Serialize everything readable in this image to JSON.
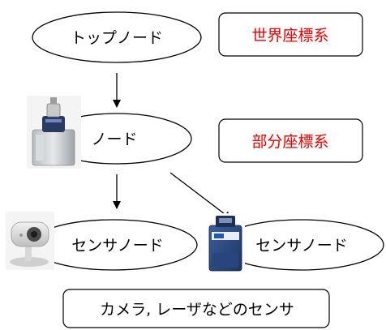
{
  "nodes": {
    "top": {
      "label": "トップノード"
    },
    "middle": {
      "label": "ノード"
    },
    "sensor_left": {
      "label": "センサノード"
    },
    "sensor_right": {
      "label": "センサノード"
    }
  },
  "frames": {
    "world": {
      "label": "世界座標系"
    },
    "part": {
      "label": "部分座標系"
    }
  },
  "caption": {
    "label": "カメラ, レーザなどのセンサ"
  },
  "colors": {
    "frame_text": "#e60000",
    "stroke": "#000000"
  },
  "icons": {
    "robot": "robot-photo-icon",
    "camera": "camera-photo-icon",
    "laser": "laser-scanner-photo-icon"
  }
}
